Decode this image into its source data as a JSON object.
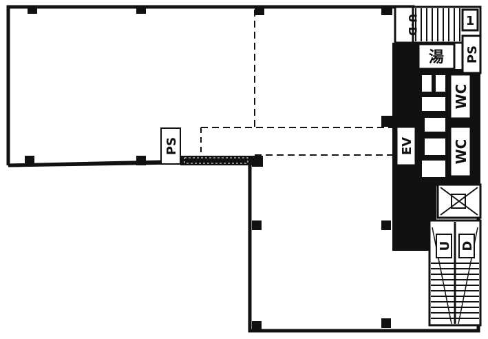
{
  "labels": {
    "ud": "U·D",
    "ps_right": "PS",
    "ps_mid": "PS",
    "one": "1",
    "kan": "湯",
    "wc_upper": "WC",
    "wc_lower": "WC",
    "ev": "EV",
    "u": "U",
    "d": "D"
  },
  "colors": {
    "ink": "#111111",
    "paper": "#ffffff"
  }
}
